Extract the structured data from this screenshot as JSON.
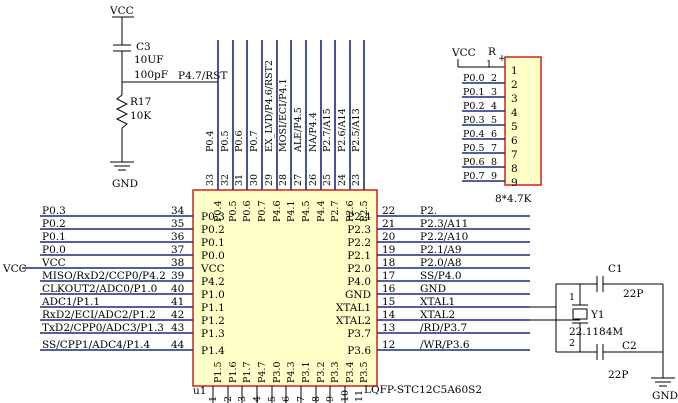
{
  "supply": {
    "vcc_top": "VCC",
    "vcc_left": "VCC",
    "vcc_rpack": "VCC",
    "gnd_left": "GND",
    "gnd_right": "GND"
  },
  "reset_circuit": {
    "cap_ref": "C3",
    "cap_value": "10UF",
    "cap_value2": "100pF",
    "net": "P4.7/RST",
    "res_ref": "R17",
    "res_value": "10K"
  },
  "top_bus_labels": [
    "P0.4",
    "P0.5",
    "P0.6",
    "P0.7",
    "EX_LVD/P4.6/RST2",
    "MOSI/ECI/P4.1",
    "ALE/P4.5",
    "NA/P4.4",
    "P2.7/A15",
    "P2.6/A14",
    "P2.5/A13"
  ],
  "rpack": {
    "ref": "R",
    "value": "8*4.7K",
    "pin1": "1",
    "nets": [
      "P0.0",
      "P0.1",
      "P0.2",
      "P0.3",
      "P0.4",
      "P0.5",
      "P0.6",
      "P0.7"
    ],
    "net_pins": [
      "2",
      "3",
      "4",
      "5",
      "6",
      "7",
      "8",
      "9"
    ],
    "pins": [
      "1",
      "2",
      "3",
      "4",
      "5",
      "6",
      "7",
      "8",
      "9"
    ]
  },
  "chip": {
    "ref": "u1",
    "part": "LQFP-STC12C5A60S2",
    "top_pins": [
      {
        "num": "33",
        "name": "P0.4"
      },
      {
        "num": "32",
        "name": "P0.5"
      },
      {
        "num": "31",
        "name": "P0.6"
      },
      {
        "num": "30",
        "name": "P0.7"
      },
      {
        "num": "29",
        "name": "P4.6"
      },
      {
        "num": "28",
        "name": "P4.1"
      },
      {
        "num": "27",
        "name": "P4.5"
      },
      {
        "num": "26",
        "name": "P4.4"
      },
      {
        "num": "25",
        "name": "P2.7"
      },
      {
        "num": "24",
        "name": "P2.6"
      },
      {
        "num": "23",
        "name": "P2.5"
      }
    ],
    "left_pins": [
      {
        "num": "34",
        "name": "P0.3",
        "net": "P0.3"
      },
      {
        "num": "35",
        "name": "P0.2",
        "net": "P0.2"
      },
      {
        "num": "36",
        "name": "P0.1",
        "net": "P0.1"
      },
      {
        "num": "37",
        "name": "P0.0",
        "net": "P0.0"
      },
      {
        "num": "38",
        "name": "VCC",
        "net": "VCC"
      },
      {
        "num": "39",
        "name": "P4.2",
        "net": "MISO/RxD2/CCP0/P4.2"
      },
      {
        "num": "40",
        "name": "P1.0",
        "net": "CLKOUT2/ADC0/P1.0"
      },
      {
        "num": "41",
        "name": "P1.1",
        "net": "ADC1/P1.1"
      },
      {
        "num": "42",
        "name": "P1.2",
        "net": "RxD2/ECI/ADC2/P1.2"
      },
      {
        "num": "43",
        "name": "P1.3",
        "net": "TxD2/CPP0/ADC3/P1.3"
      },
      {
        "num": "44",
        "name": "P1.4",
        "net": "SS/CPP1/ADC4/P1.4"
      }
    ],
    "right_pins": [
      {
        "num": "22",
        "name": "P2.4",
        "net": "P2."
      },
      {
        "num": "21",
        "name": "P2.3",
        "net": "P2.3/A11"
      },
      {
        "num": "20",
        "name": "P2.2",
        "net": "P2.2/A10"
      },
      {
        "num": "19",
        "name": "P2.1",
        "net": "P2.1/A9"
      },
      {
        "num": "18",
        "name": "P2.0",
        "net": "P2.0/A8"
      },
      {
        "num": "17",
        "name": "P4.0",
        "net": "SS/P4.0"
      },
      {
        "num": "16",
        "name": "GND",
        "net": "GND"
      },
      {
        "num": "15",
        "name": "XTAL1",
        "net": "XTAL1"
      },
      {
        "num": "14",
        "name": "XTAL2",
        "net": "XTAL2"
      },
      {
        "num": "13",
        "name": "P3.7",
        "net": "/RD/P3.7"
      },
      {
        "num": "12",
        "name": "P3.6",
        "net": "/WR/P3.6"
      }
    ],
    "bottom_pins": [
      {
        "num": "1",
        "name": "P1.5"
      },
      {
        "num": "2",
        "name": "P1.6"
      },
      {
        "num": "3",
        "name": "P1.7"
      },
      {
        "num": "4",
        "name": "P4.7"
      },
      {
        "num": "5",
        "name": "P3.0"
      },
      {
        "num": "6",
        "name": "P4.3"
      },
      {
        "num": "7",
        "name": "P3.1"
      },
      {
        "num": "8",
        "name": "P3.2"
      },
      {
        "num": "9",
        "name": "P3.3"
      },
      {
        "num": "10",
        "name": "P3.4"
      },
      {
        "num": "11",
        "name": "P3.5"
      }
    ]
  },
  "crystal": {
    "c1_ref": "C1",
    "c1_value": "22P",
    "c2_ref": "C2",
    "c2_value": "22P",
    "y_ref": "Y1",
    "y_value": "22.1184M",
    "pin1": "1",
    "pin2": "2"
  }
}
